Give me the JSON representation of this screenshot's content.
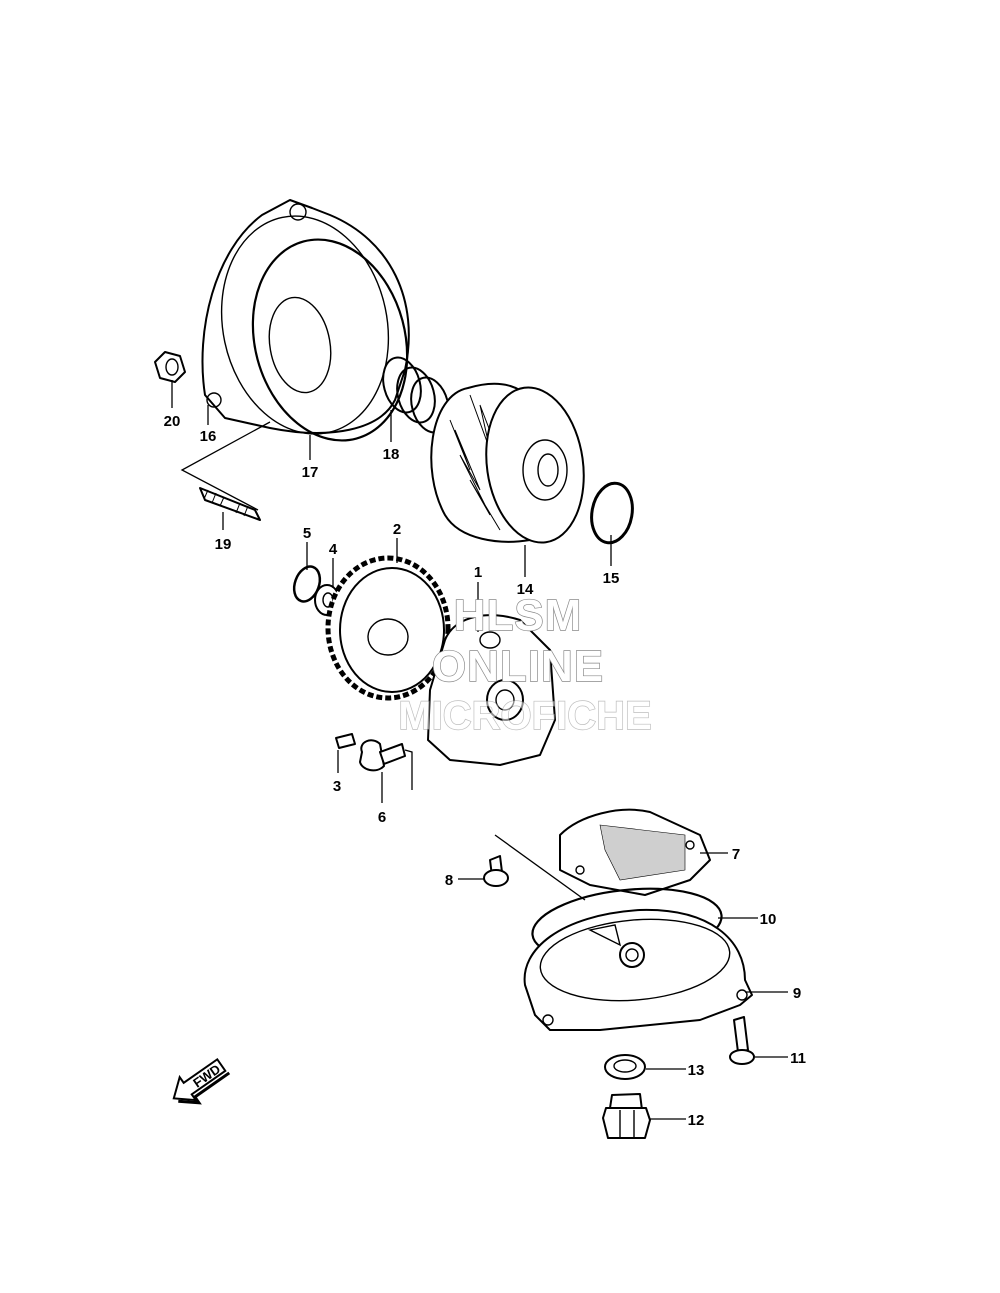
{
  "callouts": {
    "p1": "1",
    "p2": "2",
    "p3": "3",
    "p4": "4",
    "p5": "5",
    "p6": "6",
    "p7": "7",
    "p8": "8",
    "p9": "9",
    "p10": "10",
    "p11": "11",
    "p12": "12",
    "p13": "13",
    "p14": "14",
    "p15": "15",
    "p16": "16",
    "p17": "17",
    "p18": "18",
    "p19": "19",
    "p20": "20"
  },
  "watermark": {
    "line1": "HLSM",
    "line2": "ONLINE",
    "line3": "MICROFICHE"
  },
  "direction": {
    "label": "FWD"
  },
  "icons": {
    "direction_arrow": "fwd-arrow-icon"
  }
}
